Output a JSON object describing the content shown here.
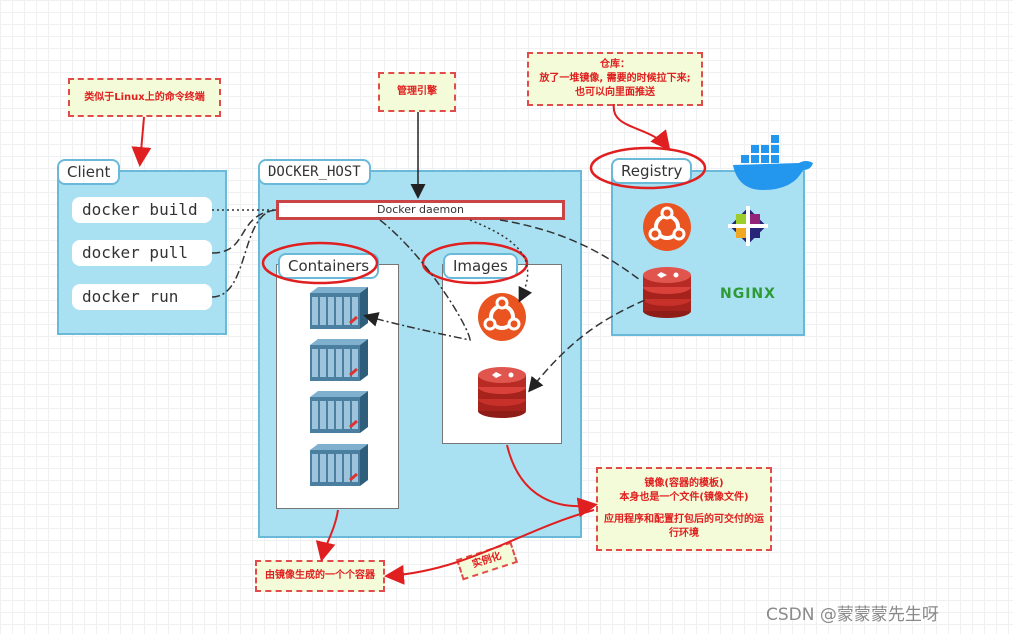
{
  "client": {
    "title": "Client",
    "commands": [
      "docker build",
      "docker pull",
      "docker run"
    ]
  },
  "docker_host": {
    "title": "DOCKER_HOST",
    "daemon": "Docker daemon",
    "containers_label": "Containers",
    "images_label": "Images"
  },
  "registry": {
    "title": "Registry",
    "nginx_label": "NGINX"
  },
  "notes": {
    "terminal": "类似于Linux上的命令终端",
    "engine": "管理引擎",
    "warehouse_lines": [
      "仓库：",
      "放了一堆镜像, 需要的时候拉下来;",
      "也可以向里面推送"
    ],
    "image_lines": [
      "镜像(容器的模板)",
      "本身也是一个文件(镜像文件)",
      "",
      "应用程序和配置打包后的可交付的运",
      "行环境"
    ],
    "container": "由镜像生成的一个个容器",
    "instantiate": "实例化"
  },
  "watermark": "CSDN @蒙蒙蒙先生呀",
  "colors": {
    "panel": "#a9e1f3",
    "panel_border": "#6bb9d9",
    "annotation_red": "#e02020",
    "note_bg": "#f3fbd8",
    "ubuntu": "#e95420",
    "redis": "#c8302a",
    "nginx": "#2e9a35",
    "docker_whale": "#2396ed"
  }
}
